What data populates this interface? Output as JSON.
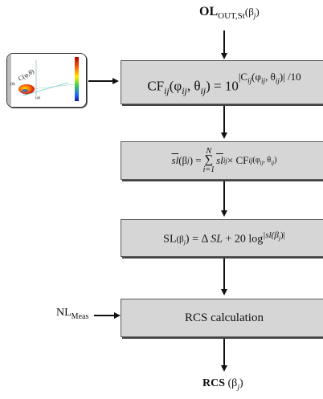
{
  "input": {
    "top_main": "OL",
    "top_sub": "OUT,St",
    "top_arg": "β",
    "top_arg_sub": "j"
  },
  "box1": {
    "lhs": "CF",
    "lhs_sub": "ij",
    "args": "(φ",
    "args_sub1": "ij",
    "args_mid": ", θ",
    "args_sub2": "ij",
    "args_close": ") = 10",
    "exp_open": "|C",
    "exp_sub": "ij",
    "exp_args": "(φ",
    "exp_sub2": "ij",
    "exp_mid": ", θ",
    "exp_sub3": "ij",
    "exp_close": ")| /10"
  },
  "box2": {
    "lhs": "sl",
    "lhs_arg": "(β",
    "lhs_sub": "j",
    "lhs_close": ") =",
    "sum_top": "N",
    "sum_sym": "∑",
    "sum_bot": "i=1",
    "rhs": "sl",
    "rhs_sub": "ij",
    "times": " × CF",
    "cf_sub": "ij",
    "cf_args": " (φ",
    "cf_sub2": "ij",
    "cf_mid": ", θ",
    "cf_sub3": "ij",
    "cf_close": ")"
  },
  "box3": {
    "lhs": "SL",
    "lhs_arg": "(β",
    "lhs_sub": "j",
    "lhs_close": ") = Δ ",
    "sl_it": "SL",
    "plus": " + 20 log",
    "abs": "|sl(β",
    "abs_sub": "j",
    "abs_close": ")|"
  },
  "box4": {
    "label": "RCS calculation"
  },
  "side_input": {
    "main": "NL",
    "sub": "Meas"
  },
  "output": {
    "main": "RCS",
    "arg": " (β",
    "sub": "j",
    "close": ")"
  },
  "thumbnail": {
    "c_label": "C",
    "c_args": "(φ,θ)",
    "axis_theta": "(θ)",
    "axis_phi": "(φ)"
  },
  "colors": {
    "box_fill": "#d6d6d6",
    "box_shadow": "#444444",
    "arrow": "#111111"
  }
}
